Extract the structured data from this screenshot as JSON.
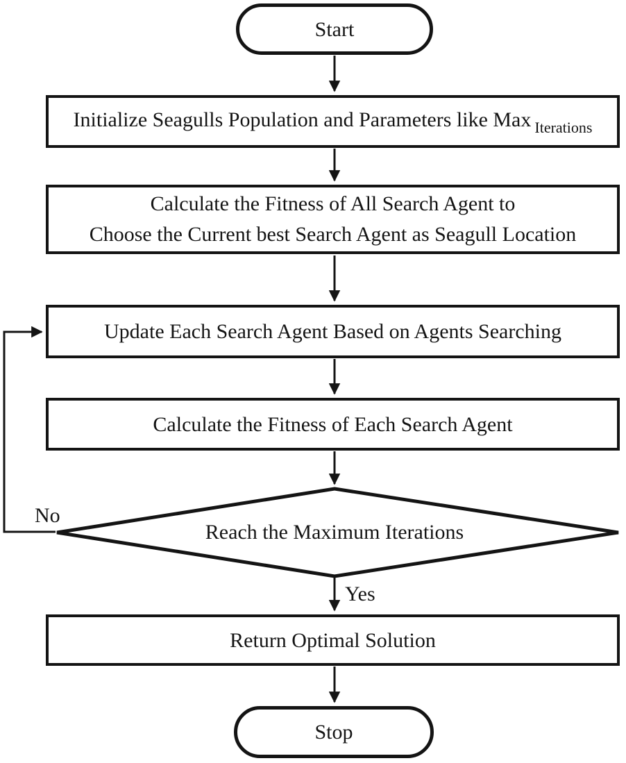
{
  "flowchart": {
    "nodes": {
      "start": {
        "type": "terminator",
        "label": "Start"
      },
      "initialize": {
        "type": "process",
        "label": "Initialize Seagulls Population and Parameters like Max",
        "subscript": "Iterations"
      },
      "fitness_all": {
        "type": "process",
        "line1": "Calculate the Fitness of All Search Agent to",
        "line2": "Choose the Current best Search Agent as Seagull Location"
      },
      "update_agents": {
        "type": "process",
        "label": "Update Each Search Agent Based on Agents Searching"
      },
      "fitness_each": {
        "type": "process",
        "label": "Calculate the Fitness of Each Search Agent"
      },
      "decision": {
        "type": "decision",
        "label": "Reach the Maximum Iterations"
      },
      "return_solution": {
        "type": "process",
        "label": "Return Optimal Solution"
      },
      "stop": {
        "type": "terminator",
        "label": "Stop"
      }
    },
    "edge_labels": {
      "no": "No",
      "yes": "Yes"
    },
    "colors": {
      "line": "#141414",
      "background": "#ffffff"
    }
  }
}
